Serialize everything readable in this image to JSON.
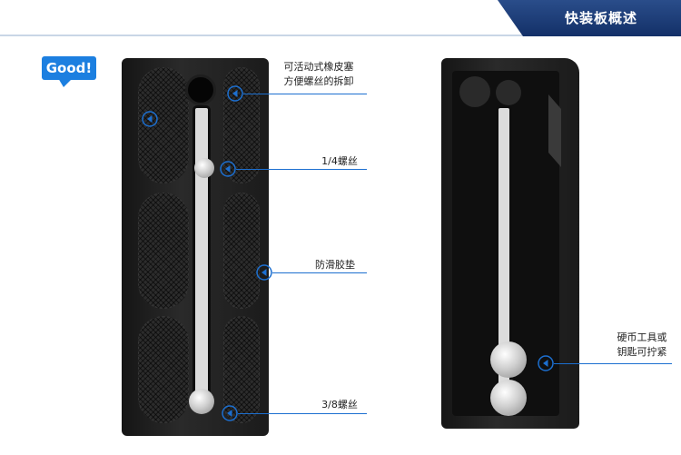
{
  "header": {
    "title": "快装板概述",
    "accent_color": "#133068"
  },
  "badge": {
    "text": "Good!",
    "color": "#1c7fe0"
  },
  "callouts": {
    "rubber_plug": {
      "line1": "可活动式橡皮塞",
      "line2": "方便螺丝的拆卸"
    },
    "quarter_screw": {
      "label": "1/4螺丝"
    },
    "anti_slip_pad": {
      "label": "防滑胶垫"
    },
    "three_eighths_screw": {
      "label": "3/8螺丝"
    },
    "coin_tool": {
      "line1": "硬币工具或",
      "line2": "钥匙可拧紧"
    }
  },
  "icons": {
    "callout_marker": "arrow-circle-icon",
    "line_color": "#1c6fd0"
  }
}
